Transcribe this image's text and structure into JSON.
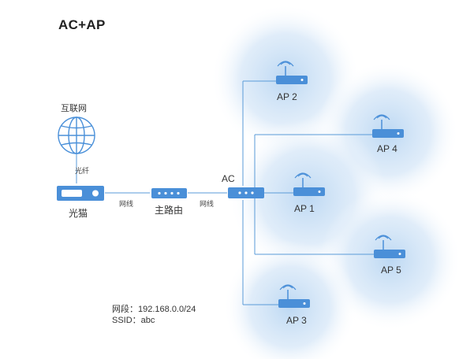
{
  "title": "AC+AP",
  "internet": {
    "label": "互联网"
  },
  "fiber": {
    "label": "光纤"
  },
  "modem": {
    "label": "光猫"
  },
  "cable1": {
    "label": "网线"
  },
  "router": {
    "label": "主路由"
  },
  "cable2": {
    "label": "网线"
  },
  "ac": {
    "label": "AC"
  },
  "access_points": [
    {
      "label": "AP 2"
    },
    {
      "label": "AP 4"
    },
    {
      "label": "AP 1"
    },
    {
      "label": "AP 5"
    },
    {
      "label": "AP 3"
    }
  ],
  "network_info": {
    "subnet": "网段：192.168.0.0/24",
    "ssid": "SSID：abc"
  },
  "colors": {
    "device_blue": "#4a90d9",
    "line_blue": "#5a9bd8",
    "glow": "#cfe3f6"
  }
}
